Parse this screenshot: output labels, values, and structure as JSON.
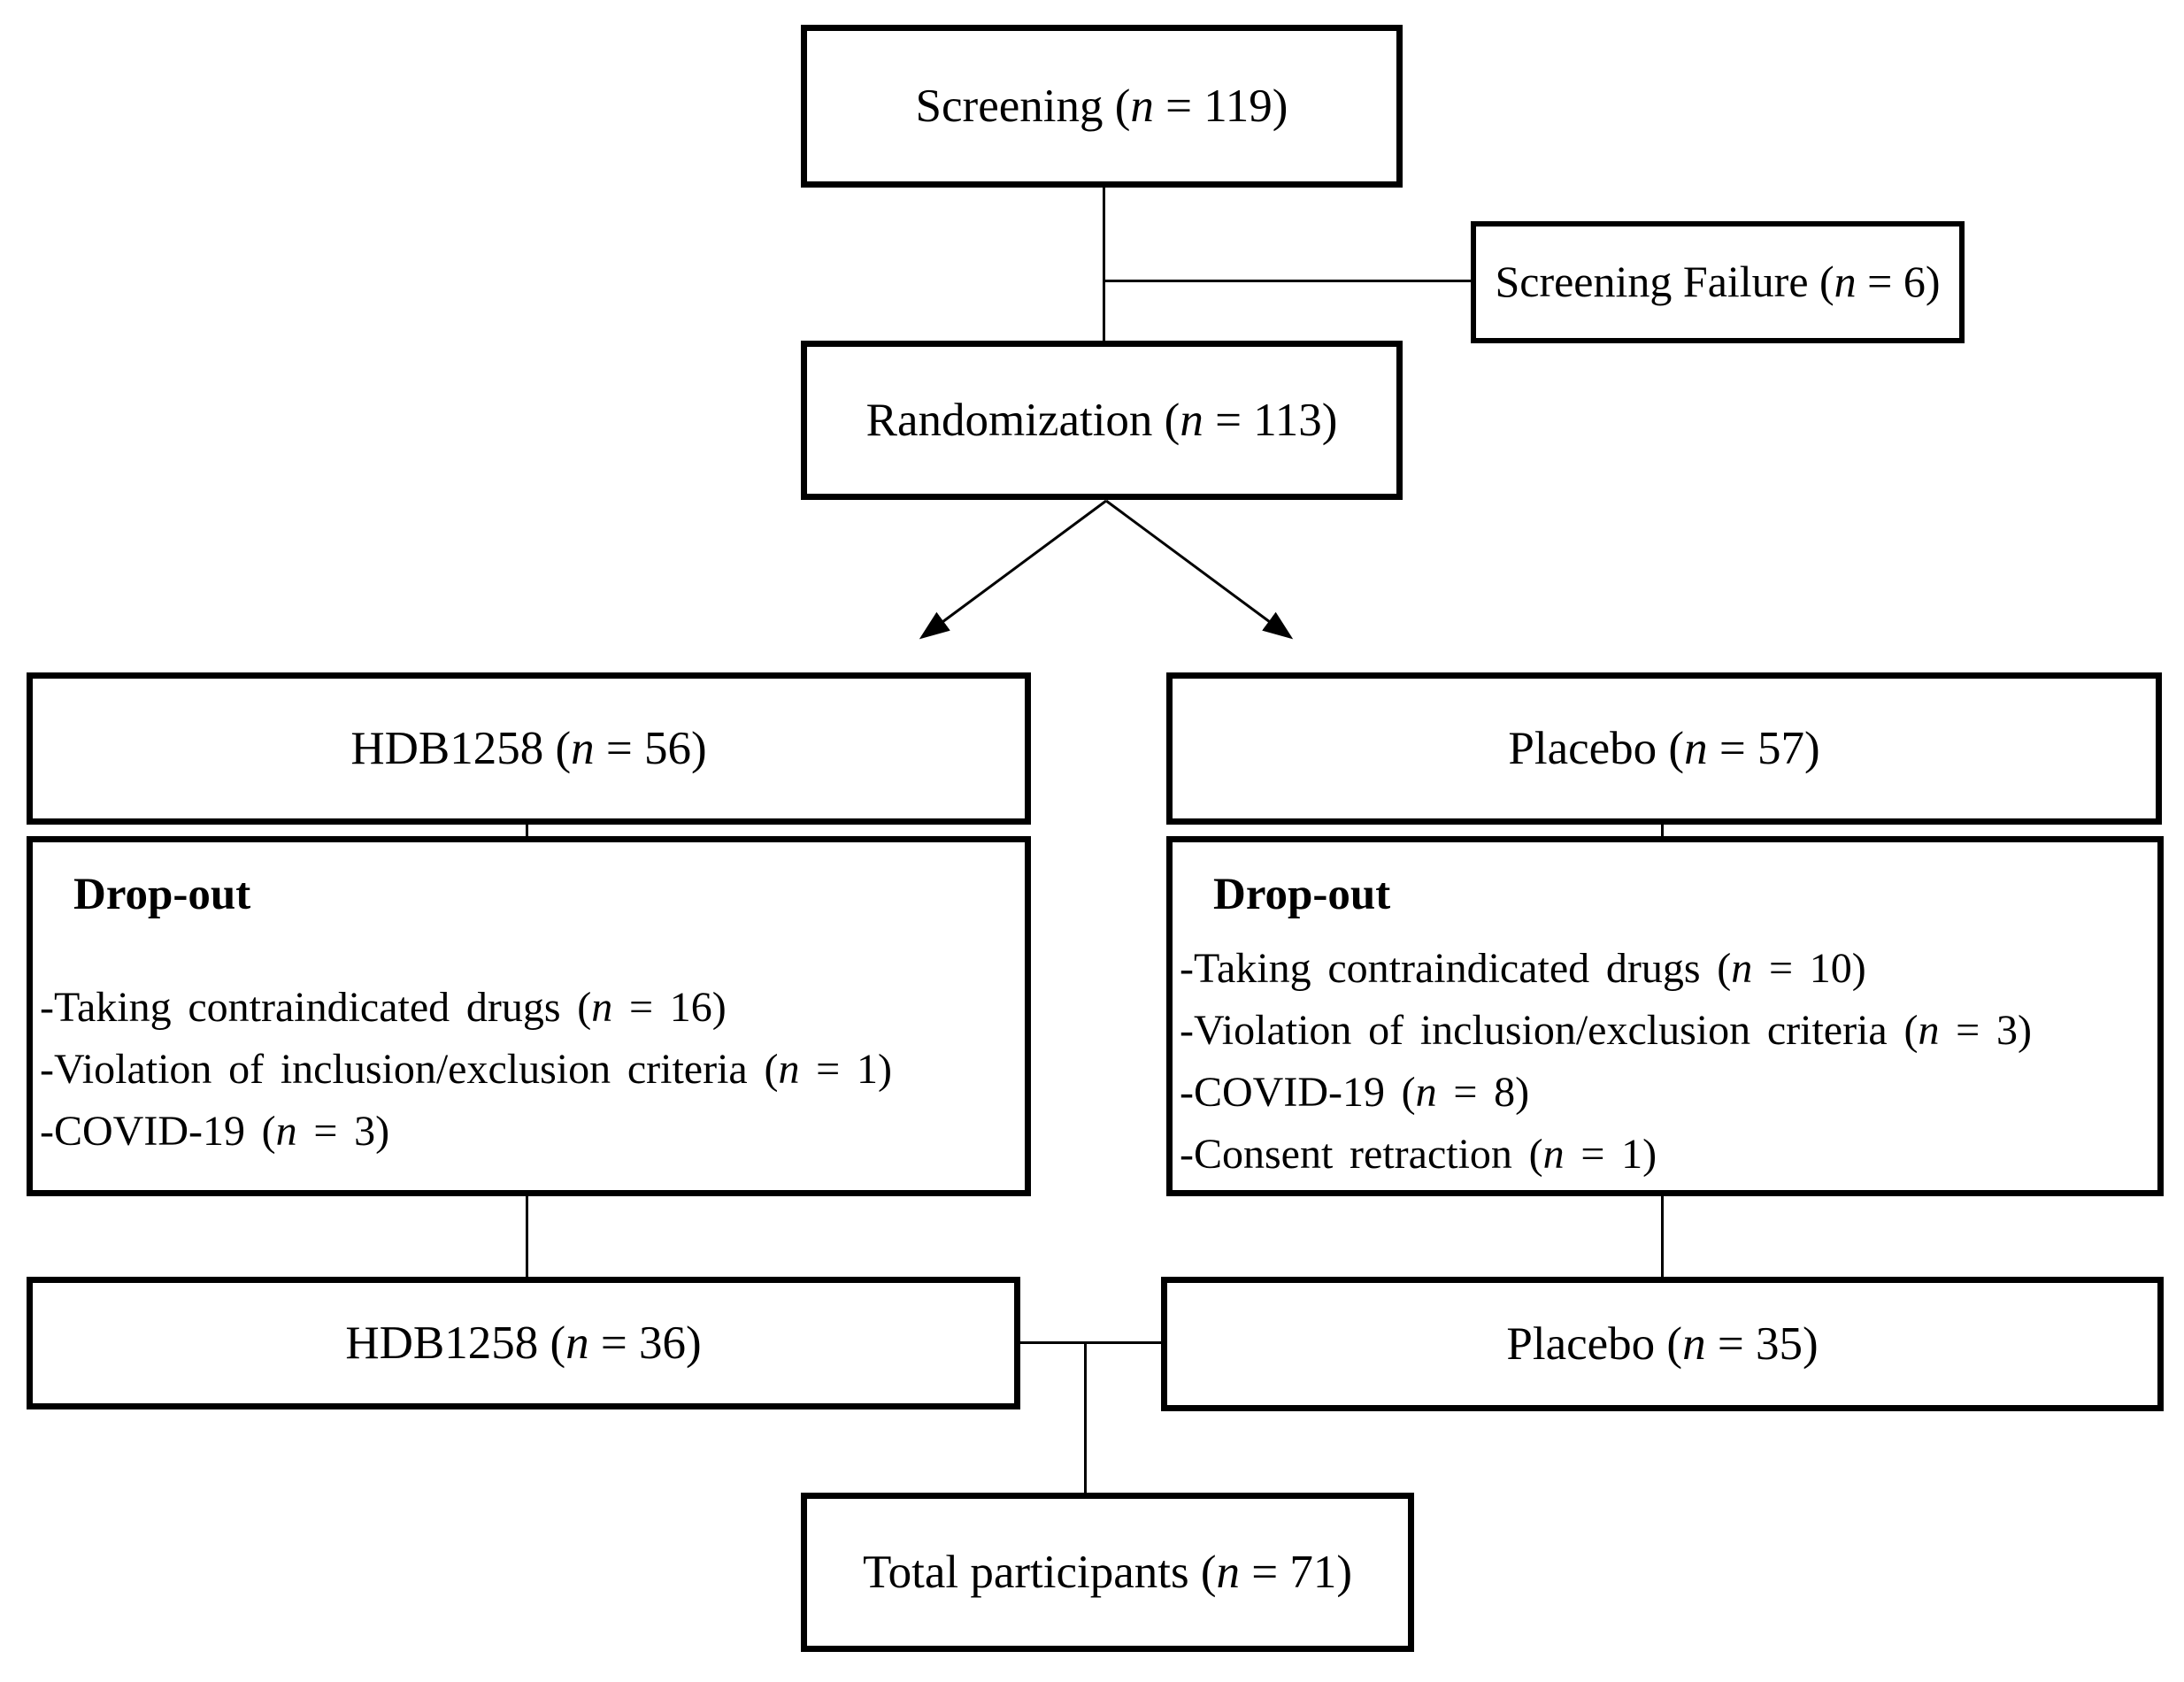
{
  "diagram": {
    "type": "flowchart",
    "title_semantic": "Participant flow diagram (CONSORT-style)",
    "n_symbol": "n",
    "colors": {
      "line": "#000000",
      "box_border": "#000000",
      "background": "#ffffff",
      "text": "#000000"
    },
    "boxes": {
      "screening": {
        "label": "Screening",
        "n": "119"
      },
      "screening_failure": {
        "label": "Screening Failure",
        "n": "6"
      },
      "randomization": {
        "label": "Randomization",
        "n": "113"
      },
      "hdb_allocated": {
        "label": "HDB1258",
        "n": "56"
      },
      "placebo_allocated": {
        "label": "Placebo",
        "n": "57"
      },
      "hdb_dropout": {
        "title": "Drop-out",
        "items": [
          {
            "label": "-Taking contraindicated drugs",
            "n": "16"
          },
          {
            "label": "-Violation of inclusion/exclusion criteria",
            "n": "1"
          },
          {
            "label": "-COVID-19",
            "n": "3"
          }
        ]
      },
      "placebo_dropout": {
        "title": "Drop-out",
        "items": [
          {
            "label": "-Taking contraindicated drugs",
            "n": "10"
          },
          {
            "label": "-Violation of inclusion/exclusion criteria",
            "n": "3"
          },
          {
            "label": "-COVID-19",
            "n": "8"
          },
          {
            "label": "-Consent retraction",
            "n": "1"
          }
        ]
      },
      "hdb_completed": {
        "label": "HDB1258",
        "n": "36"
      },
      "placebo_completed": {
        "label": "Placebo",
        "n": "35"
      },
      "total": {
        "label": "Total participants",
        "n": "71"
      }
    }
  }
}
